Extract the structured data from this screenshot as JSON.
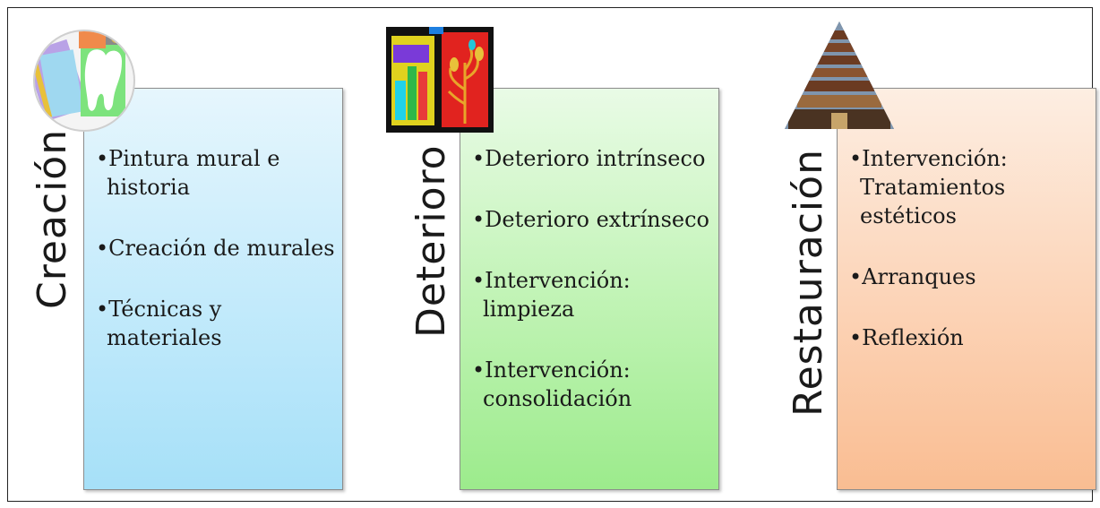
{
  "columns": [
    {
      "title": "Creación",
      "items": [
        "Pintura mural e historia",
        "Creación de murales",
        "Técnicas y materiales"
      ]
    },
    {
      "title": "Deterioro",
      "items": [
        "Deterioro intrínseco",
        "Deterioro extrínseco",
        "Intervención: limpieza",
        "Intervención: consolidación"
      ]
    },
    {
      "title": "Restauración",
      "items": [
        "Intervención: Tratamientos estéticos",
        "Arranques",
        "Reflexión"
      ]
    }
  ],
  "colors": {
    "creacion_box": "#c2eafb",
    "deterioro_box": "#bff3b3",
    "restauracion_box": "#fcd3b6"
  }
}
